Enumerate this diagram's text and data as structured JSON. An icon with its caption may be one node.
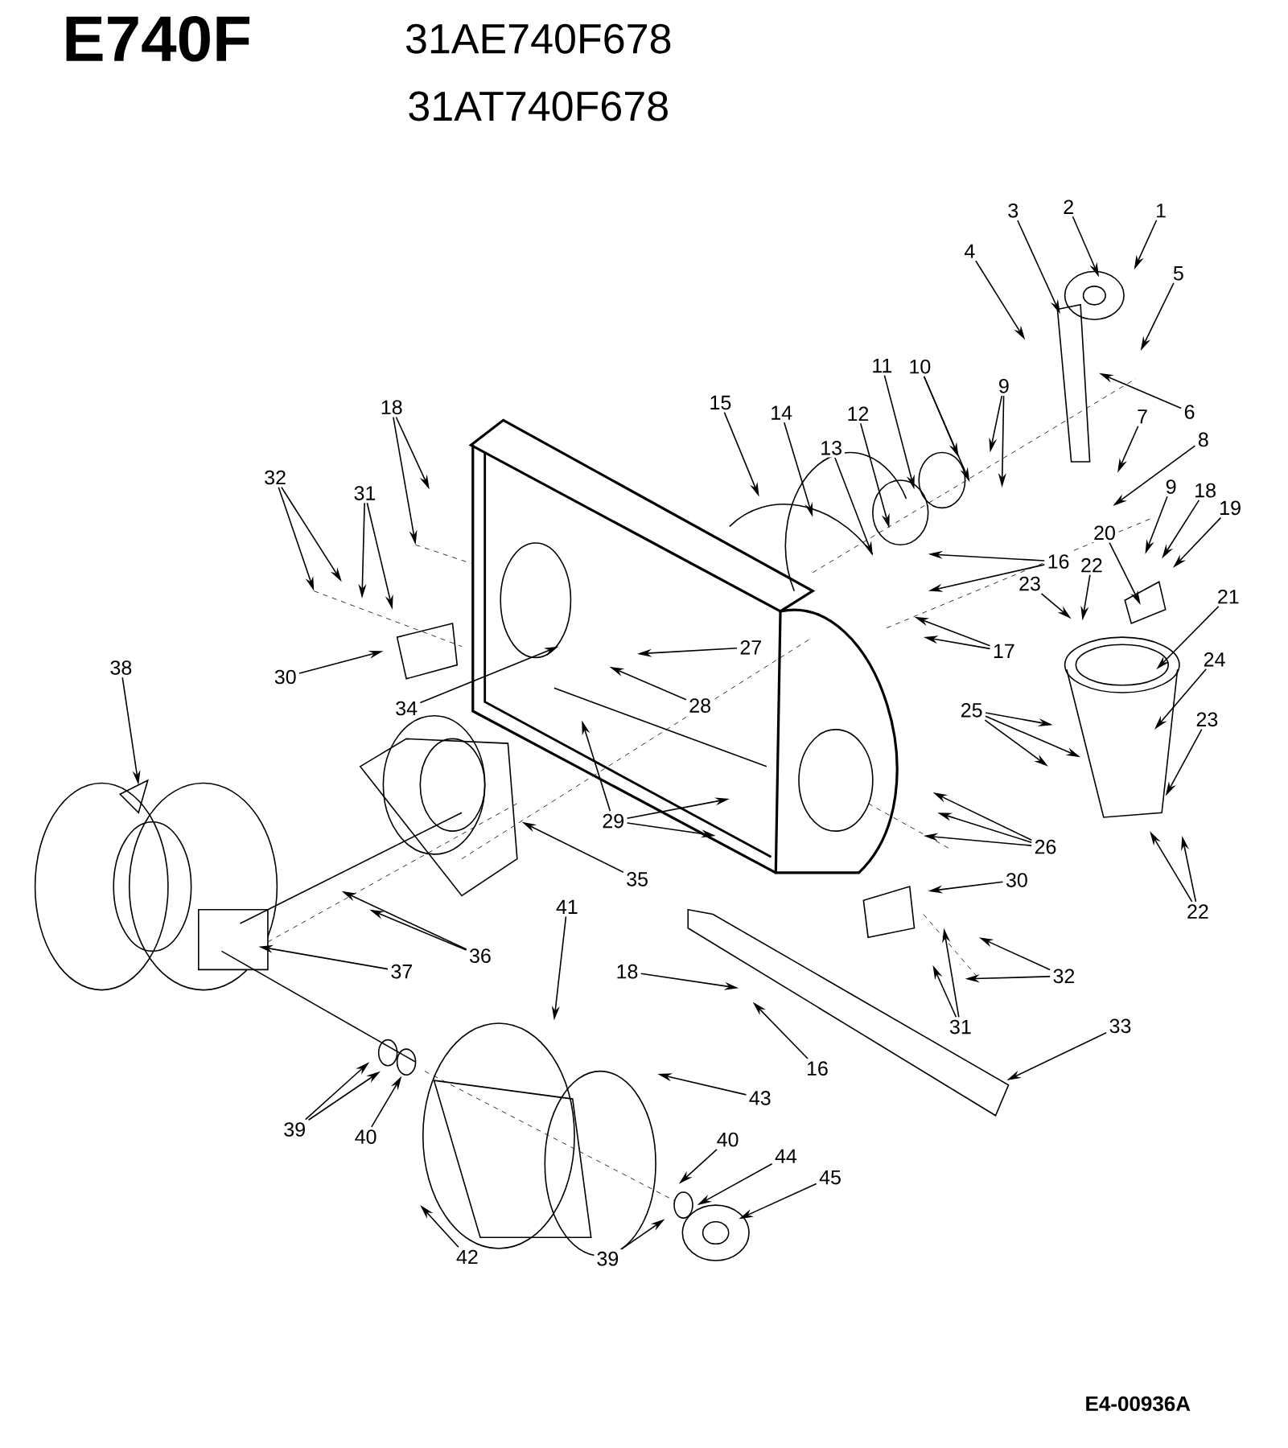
{
  "diagram": {
    "title": "E740F",
    "nodes": [
      {
        "text": [
          "1"
        ]
      },
      {
        "text": [
          "2"
        ]
      },
      {
        "text": [
          "3"
        ]
      },
      {
        "text": [
          "4"
        ]
      },
      {
        "text": [
          "5"
        ]
      },
      {
        "text": [
          "11"
        ]
      },
      {
        "text": [
          "10"
        ]
      },
      {
        "text": [
          "9"
        ]
      },
      {
        "text": [
          "15"
        ]
      },
      {
        "text": [
          "18"
        ]
      },
      {
        "text": [
          "6"
        ]
      },
      {
        "text": [
          "14"
        ]
      },
      {
        "text": [
          "12"
        ]
      },
      {
        "text": [
          "7"
        ]
      },
      {
        "text": [
          "8"
        ]
      },
      {
        "text": [
          "13"
        ]
      },
      {
        "text": [
          "32"
        ]
      },
      {
        "text": [
          "9"
        ]
      },
      {
        "text": [
          "18"
        ]
      },
      {
        "text": [
          "31"
        ]
      },
      {
        "text": [
          "19"
        ]
      },
      {
        "text": [
          "20"
        ]
      },
      {
        "text": [
          "16"
        ]
      },
      {
        "text": [
          "22"
        ]
      },
      {
        "text": [
          "23"
        ]
      },
      {
        "text": [
          "21"
        ]
      },
      {
        "text": [
          "27"
        ]
      },
      {
        "text": [
          "17"
        ]
      },
      {
        "text": [
          "24"
        ]
      },
      {
        "text": [
          "30"
        ]
      },
      {
        "text": [
          "38"
        ]
      },
      {
        "text": [
          "34"
        ]
      },
      {
        "text": [
          "28"
        ]
      },
      {
        "text": [
          "25"
        ]
      },
      {
        "text": [
          "23"
        ]
      },
      {
        "text": [
          "29"
        ]
      },
      {
        "text": [
          "26"
        ]
      },
      {
        "text": [
          "35"
        ]
      },
      {
        "text": [
          "30"
        ]
      },
      {
        "text": [
          "41"
        ]
      },
      {
        "text": [
          "22"
        ]
      },
      {
        "text": [
          "36"
        ]
      },
      {
        "text": [
          "37"
        ]
      },
      {
        "text": [
          "18"
        ]
      },
      {
        "text": [
          "32"
        ]
      },
      {
        "text": [
          "31"
        ]
      },
      {
        "text": [
          "33"
        ]
      },
      {
        "text": [
          "16"
        ]
      },
      {
        "text": [
          "43"
        ]
      },
      {
        "text": [
          "39"
        ]
      },
      {
        "text": [
          "40"
        ]
      },
      {
        "text": [
          "40"
        ]
      },
      {
        "text": [
          "44"
        ]
      },
      {
        "text": [
          "45"
        ]
      },
      {
        "text": [
          "42"
        ]
      },
      {
        "text": [
          "39"
        ]
      }
    ],
    "edges": [
      {
        "from": 0,
        "to": null,
        "arrow": "to"
      },
      {
        "from": 1,
        "to": null,
        "arrow": "to"
      },
      {
        "from": 2,
        "to": null,
        "arrow": "to"
      },
      {
        "from": 3,
        "to": null,
        "arrow": "to"
      },
      {
        "from": 4,
        "to": null,
        "arrow": "to"
      },
      {
        "from": 5,
        "to": null,
        "arrow": "to"
      },
      {
        "from": 6,
        "to": null,
        "arrow": "to"
      },
      {
        "from": 6,
        "to": null,
        "arrow": "to"
      },
      {
        "from": 7,
        "to": null,
        "arrow": "to"
      },
      {
        "from": 7,
        "to": null,
        "arrow": "to"
      },
      {
        "from": 8,
        "to": null,
        "arrow": "to"
      },
      {
        "from": 9,
        "to": null,
        "arrow": "to"
      },
      {
        "from": 9,
        "to": null,
        "arrow": "to"
      },
      {
        "from": 10,
        "to": null,
        "arrow": "to"
      },
      {
        "from": 11,
        "to": null,
        "arrow": "to"
      },
      {
        "from": 12,
        "to": null,
        "arrow": "to"
      },
      {
        "from": 13,
        "to": null,
        "arrow": "to"
      },
      {
        "from": 14,
        "to": null,
        "arrow": "to"
      },
      {
        "from": 15,
        "to": null,
        "arrow": "to"
      },
      {
        "from": 16,
        "to": null,
        "arrow": "to"
      },
      {
        "from": 16,
        "to": null,
        "arrow": "to"
      },
      {
        "from": 17,
        "to": null,
        "arrow": "to"
      },
      {
        "from": 18,
        "to": null,
        "arrow": "to"
      },
      {
        "from": 19,
        "to": null,
        "arrow": "to"
      },
      {
        "from": 19,
        "to": null,
        "arrow": "to"
      },
      {
        "from": 20,
        "to": null,
        "arrow": "to"
      },
      {
        "from": 21,
        "to": null,
        "arrow": "to"
      },
      {
        "from": 22,
        "to": null,
        "arrow": "to"
      },
      {
        "from": 22,
        "to": null,
        "arrow": "to"
      },
      {
        "from": 23,
        "to": null,
        "arrow": "to"
      },
      {
        "from": 24,
        "to": null,
        "arrow": "to"
      },
      {
        "from": 25,
        "to": null,
        "arrow": "to"
      },
      {
        "from": 26,
        "to": null,
        "arrow": "to"
      },
      {
        "from": 27,
        "to": null,
        "arrow": "to"
      },
      {
        "from": 27,
        "to": null,
        "arrow": "to"
      },
      {
        "from": 28,
        "to": null,
        "arrow": "to"
      },
      {
        "from": 29,
        "to": null,
        "arrow": "to"
      },
      {
        "from": 30,
        "to": null,
        "arrow": "to"
      },
      {
        "from": 31,
        "to": null,
        "arrow": "to"
      },
      {
        "from": 32,
        "to": null,
        "arrow": "to"
      },
      {
        "from": 33,
        "to": null,
        "arrow": "to"
      },
      {
        "from": 33,
        "to": null,
        "arrow": "to"
      },
      {
        "from": 33,
        "to": null,
        "arrow": "to"
      },
      {
        "from": 34,
        "to": null,
        "arrow": "to"
      },
      {
        "from": 35,
        "to": null,
        "arrow": "to"
      },
      {
        "from": 35,
        "to": null,
        "arrow": "to"
      },
      {
        "from": 35,
        "to": null,
        "arrow": "to"
      },
      {
        "from": 36,
        "to": null,
        "arrow": "to"
      },
      {
        "from": 36,
        "to": null,
        "arrow": "to"
      },
      {
        "from": 36,
        "to": null,
        "arrow": "to"
      },
      {
        "from": 37,
        "to": null,
        "arrow": "to"
      },
      {
        "from": 38,
        "to": null,
        "arrow": "to"
      },
      {
        "from": 39,
        "to": null,
        "arrow": "to"
      },
      {
        "from": 40,
        "to": null,
        "arrow": "to"
      },
      {
        "from": 40,
        "to": null,
        "arrow": "to"
      },
      {
        "from": 41,
        "to": null,
        "arrow": "to"
      },
      {
        "from": 41,
        "to": null,
        "arrow": "to"
      },
      {
        "from": 42,
        "to": null,
        "arrow": "to"
      },
      {
        "from": 43,
        "to": null,
        "arrow": "to"
      },
      {
        "from": 44,
        "to": null,
        "arrow": "to"
      },
      {
        "from": 44,
        "to": null,
        "arrow": "to"
      },
      {
        "from": 45,
        "to": null,
        "arrow": "to"
      },
      {
        "from": 45,
        "to": null,
        "arrow": "to"
      },
      {
        "from": 46,
        "to": null,
        "arrow": "to"
      },
      {
        "from": 47,
        "to": null,
        "arrow": "to"
      },
      {
        "from": 48,
        "to": null,
        "arrow": "to"
      },
      {
        "from": 49,
        "to": null,
        "arrow": "to"
      },
      {
        "from": 49,
        "to": null,
        "arrow": "to"
      },
      {
        "from": 50,
        "to": null,
        "arrow": "to"
      },
      {
        "from": 51,
        "to": null,
        "arrow": "to"
      },
      {
        "from": 52,
        "to": null,
        "arrow": "to"
      },
      {
        "from": 53,
        "to": null,
        "arrow": "to"
      },
      {
        "from": 54,
        "to": null,
        "arrow": "to"
      },
      {
        "from": 55,
        "to": null,
        "arrow": "to"
      }
    ],
    "labels": [
      "31AE740F678",
      "31AT740F678",
      "E4-00936A"
    ]
  }
}
